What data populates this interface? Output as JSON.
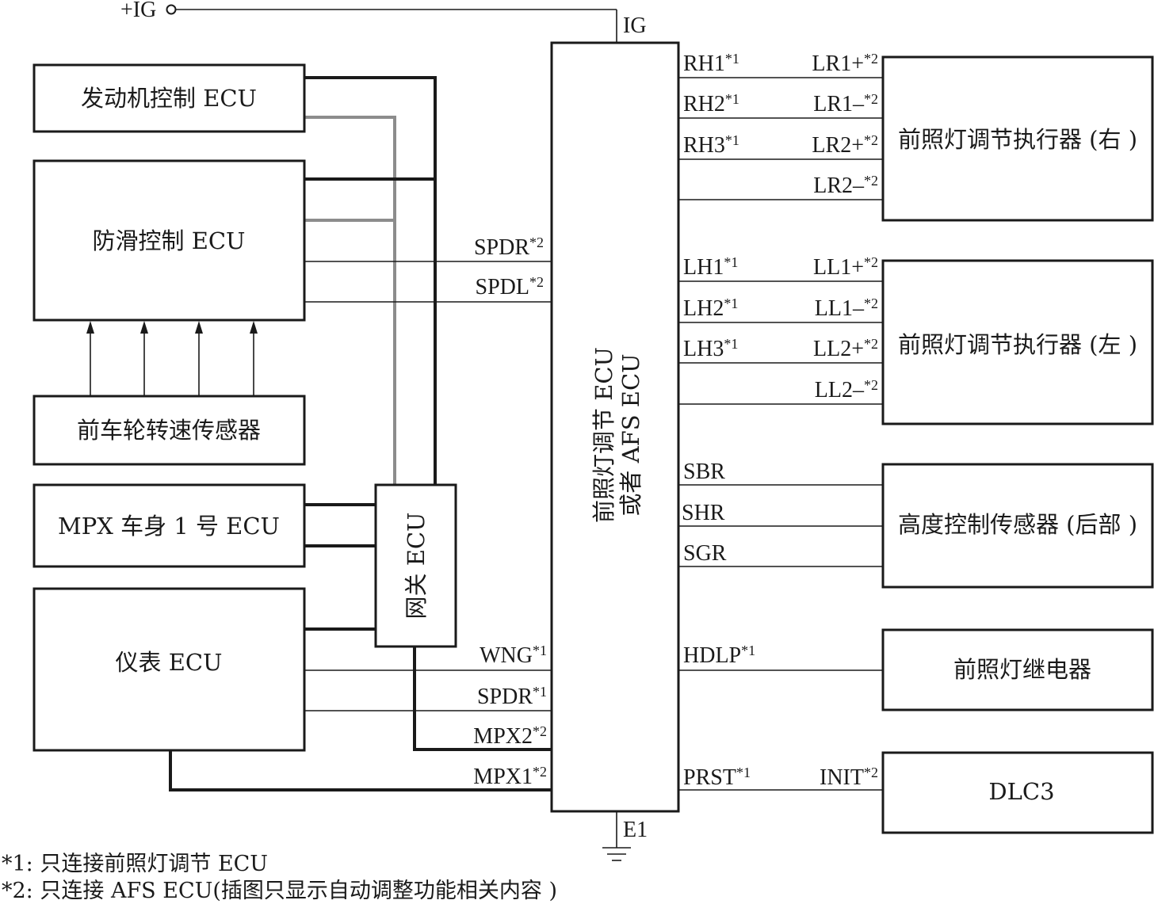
{
  "power": {
    "supply_label": "+IG",
    "ig_pin": "IG",
    "ground_pin": "E1"
  },
  "center_ecu": {
    "line1": "前照灯调节 ECU",
    "line2": "或者 AFS ECU"
  },
  "left_boxes": {
    "engine": "发动机控制 ECU",
    "abs": "防滑控制 ECU",
    "wheel_sensor": "前车轮转速传感器",
    "mpx_body": "MPX 车身 1 号 ECU",
    "meter": "仪表 ECU",
    "gateway": "网关 ECU"
  },
  "right_boxes": {
    "actuator_right": "前照灯调节执行器 (右 )",
    "actuator_left": "前照灯调节执行器 (左 )",
    "height_sensor": "高度控制传感器 (后部 )",
    "headlamp_relay": "前照灯继电器",
    "dlc3": "DLC3"
  },
  "pins": {
    "spdr2": {
      "name": "SPDR",
      "mark": "*2"
    },
    "spdl2": {
      "name": "SPDL",
      "mark": "*2"
    },
    "wng": {
      "name": "WNG",
      "mark": "*1"
    },
    "spdr1": {
      "name": "SPDR",
      "mark": "*1"
    },
    "mpx2": {
      "name": "MPX2",
      "mark": "*2"
    },
    "mpx1": {
      "name": "MPX1",
      "mark": "*2"
    },
    "rh1": {
      "name": "RH1",
      "mark": "*1"
    },
    "rh2": {
      "name": "RH2",
      "mark": "*1"
    },
    "rh3": {
      "name": "RH3",
      "mark": "*1"
    },
    "lh1": {
      "name": "LH1",
      "mark": "*1"
    },
    "lh2": {
      "name": "LH2",
      "mark": "*1"
    },
    "lh3": {
      "name": "LH3",
      "mark": "*1"
    },
    "sbr": {
      "name": "SBR",
      "mark": ""
    },
    "shr": {
      "name": "SHR",
      "mark": ""
    },
    "sgr": {
      "name": "SGR",
      "mark": ""
    },
    "hdlp": {
      "name": "HDLP",
      "mark": "*1"
    },
    "prst": {
      "name": "PRST",
      "mark": "*1"
    },
    "lr1p": {
      "name": "LR1+",
      "mark": "*2"
    },
    "lr1m": {
      "name": "LR1–",
      "mark": "*2"
    },
    "lr2p": {
      "name": "LR2+",
      "mark": "*2"
    },
    "lr2m": {
      "name": "LR2–",
      "mark": "*2"
    },
    "ll1p": {
      "name": "LL1+",
      "mark": "*2"
    },
    "ll1m": {
      "name": "LL1–",
      "mark": "*2"
    },
    "ll2p": {
      "name": "LL2+",
      "mark": "*2"
    },
    "ll2m": {
      "name": "LL2–",
      "mark": "*2"
    },
    "init": {
      "name": "INIT",
      "mark": "*2"
    }
  },
  "footnotes": [
    "*1: 只连接前照灯调节 ECU",
    "*2: 只连接 AFS ECU(插图只显示自动调整功能相关内容 )"
  ]
}
